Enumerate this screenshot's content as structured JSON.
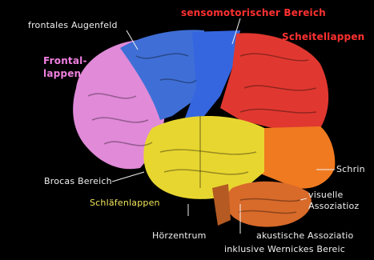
{
  "labels": {
    "sensorimotor": "sensomotorischer Bereich",
    "frontal_eye_field": "frontales Augenfeld",
    "parietal_lobe": "Scheitellappen",
    "frontal_lobe": "Frontal-\nlappen",
    "broca": "Brocas Bereich",
    "temporal_lobe": "Schläfenlappen",
    "auditory_center": "Hörzentrum",
    "auditory_association": "akustische Assoziatio",
    "wernicke": "inklusive Wernickes Bereic",
    "visual_partial": "Schrin",
    "visual_association": "visuelle\nAssoziatioz"
  },
  "colors": {
    "background": "#000000",
    "frontal": "#e08ad8",
    "prefrontal_blue": "#3f6fd6",
    "motor": "#3566e0",
    "parietal": "#e03830",
    "temporal": "#e8d630",
    "occipital": "#f07a20",
    "cerebellum": "#d86a2a",
    "label_red": "#ff3030",
    "label_white": "#f0f0f0",
    "label_yellow": "#f2e65a",
    "label_pink": "#f080e0"
  }
}
